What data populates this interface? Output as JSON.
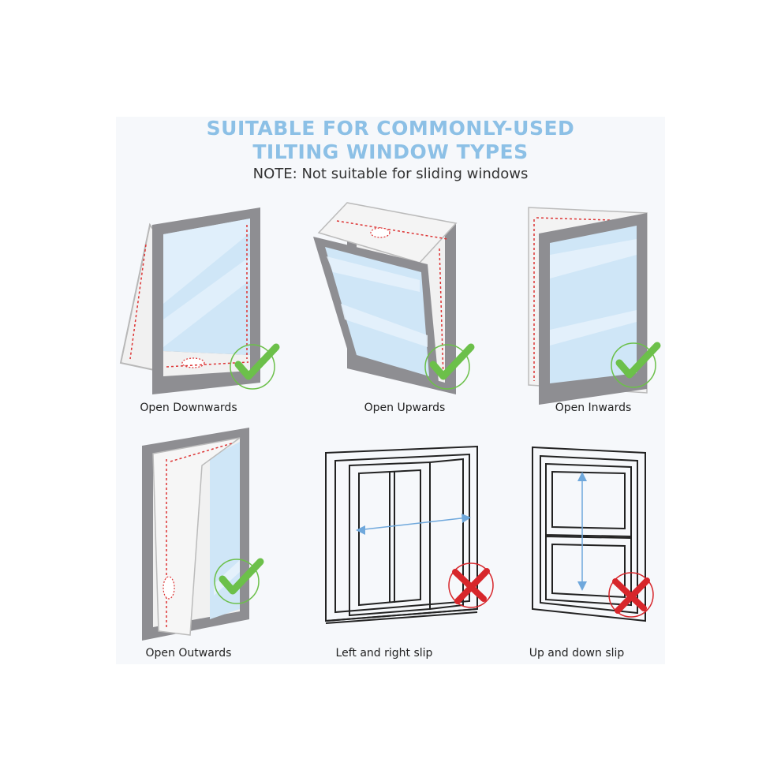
{
  "header": {
    "title_line1": "SUITABLE FOR COMMONLY-USED",
    "title_line2": "TILTING WINDOW TYPES",
    "note": "NOTE: Not suitable for sliding windows"
  },
  "windows": [
    {
      "label": "Open Downwards",
      "status": "check-icon"
    },
    {
      "label": "Open Upwards",
      "status": "check-icon"
    },
    {
      "label": "Open Inwards",
      "status": "check-icon"
    },
    {
      "label": "Open Outwards",
      "status": "check-icon"
    },
    {
      "label": "Left and right slip",
      "status": "cross-icon"
    },
    {
      "label": "Up and down slip",
      "status": "cross-icon"
    }
  ],
  "colors": {
    "title": "#8cc0e6",
    "check": "#6cc04a",
    "cross": "#d7262b",
    "frame": "#8e8e92",
    "glass": "#cfe6f7"
  }
}
